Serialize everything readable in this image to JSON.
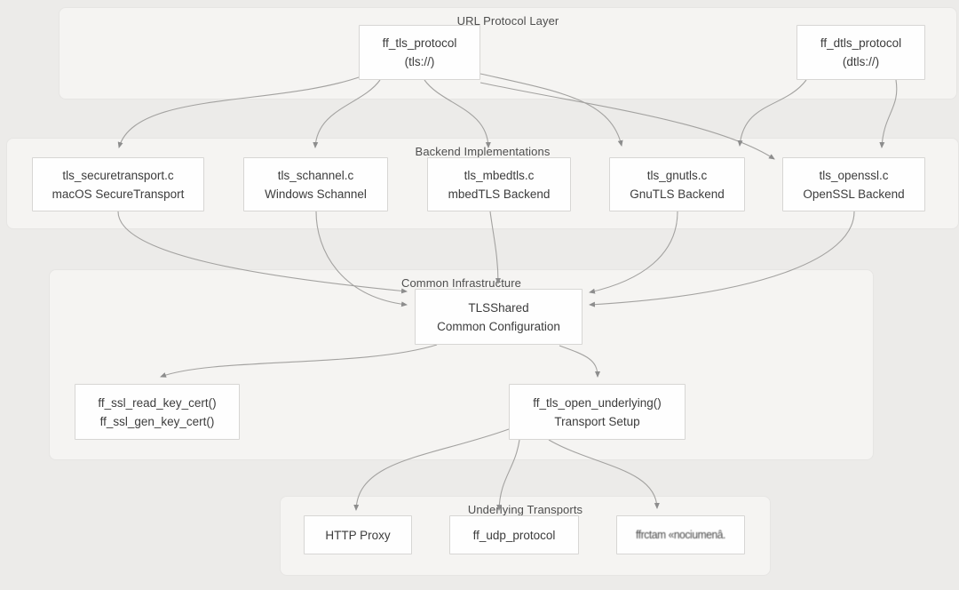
{
  "diagram": {
    "layers": [
      {
        "id": "url-layer",
        "title": "URL Protocol Layer"
      },
      {
        "id": "backend-layer",
        "title": "Backend Implementations"
      },
      {
        "id": "common-layer",
        "title": "Common Infrastructure"
      },
      {
        "id": "transport-layer",
        "title": "Underlying Transports"
      }
    ],
    "nodes": [
      {
        "id": "ff_tls",
        "line1": "ff_tls_protocol",
        "line2": "(tls://)"
      },
      {
        "id": "ff_dtls",
        "line1": "ff_dtls_protocol",
        "line2": "(dtls://)"
      },
      {
        "id": "securetransport",
        "line1": "tls_securetransport.c",
        "line2": "macOS SecureTransport"
      },
      {
        "id": "schannel",
        "line1": "tls_schannel.c",
        "line2": "Windows Schannel"
      },
      {
        "id": "mbedtls",
        "line1": "tls_mbedtls.c",
        "line2": "mbedTLS Backend"
      },
      {
        "id": "gnutls",
        "line1": "tls_gnutls.c",
        "line2": "GnuTLS Backend"
      },
      {
        "id": "openssl",
        "line1": "tls_openssl.c",
        "line2": "OpenSSL Backend"
      },
      {
        "id": "tlsshared",
        "line1": "TLSShared",
        "line2": "Common Configuration"
      },
      {
        "id": "sslkeys",
        "line1": "ff_ssl_read_key_cert()",
        "line2": "ff_ssl_gen_key_cert()"
      },
      {
        "id": "tlsopen",
        "line1": "ff_tls_open_underlying()",
        "line2": "Transport Setup"
      },
      {
        "id": "httpproxy",
        "line1": "HTTP Proxy"
      },
      {
        "id": "udp",
        "line1": "ff_udp_protocol"
      },
      {
        "id": "transport3",
        "line1": "ffrctam «nociumenâ."
      }
    ],
    "edges": [
      {
        "from": "ff_tls_protocol",
        "to": "tls_securetransport.c"
      },
      {
        "from": "ff_tls_protocol",
        "to": "tls_schannel.c"
      },
      {
        "from": "ff_tls_protocol",
        "to": "tls_mbedtls.c"
      },
      {
        "from": "ff_tls_protocol",
        "to": "tls_gnutls.c"
      },
      {
        "from": "ff_tls_protocol",
        "to": "tls_openssl.c"
      },
      {
        "from": "ff_dtls_protocol",
        "to": "tls_gnutls.c"
      },
      {
        "from": "ff_dtls_protocol",
        "to": "tls_openssl.c"
      },
      {
        "from": "tls_securetransport.c",
        "to": "TLSShared"
      },
      {
        "from": "tls_schannel.c",
        "to": "TLSShared"
      },
      {
        "from": "tls_mbedtls.c",
        "to": "TLSShared"
      },
      {
        "from": "tls_gnutls.c",
        "to": "TLSShared"
      },
      {
        "from": "tls_openssl.c",
        "to": "TLSShared"
      },
      {
        "from": "TLSShared",
        "to": "ff_ssl_read_key_cert() / ff_ssl_gen_key_cert()"
      },
      {
        "from": "TLSShared",
        "to": "ff_tls_open_underlying()"
      },
      {
        "from": "ff_tls_open_underlying()",
        "to": "HTTP Proxy"
      },
      {
        "from": "ff_tls_open_underlying()",
        "to": "ff_udp_protocol"
      },
      {
        "from": "ff_tls_open_underlying()",
        "to": "ffrctam «nociumenâ."
      }
    ],
    "colors": {
      "page_background": "#ecebe9",
      "layer_background": "#f5f4f2",
      "layer_border": "#e6e5e3",
      "node_background": "#fefefe",
      "node_border": "#d7d6d4",
      "node_text": "#3c3c3c",
      "layer_title_text": "#4e4e4e",
      "edge_stroke": "#a3a2a0",
      "arrowhead_fill": "#8d8d8d"
    }
  }
}
